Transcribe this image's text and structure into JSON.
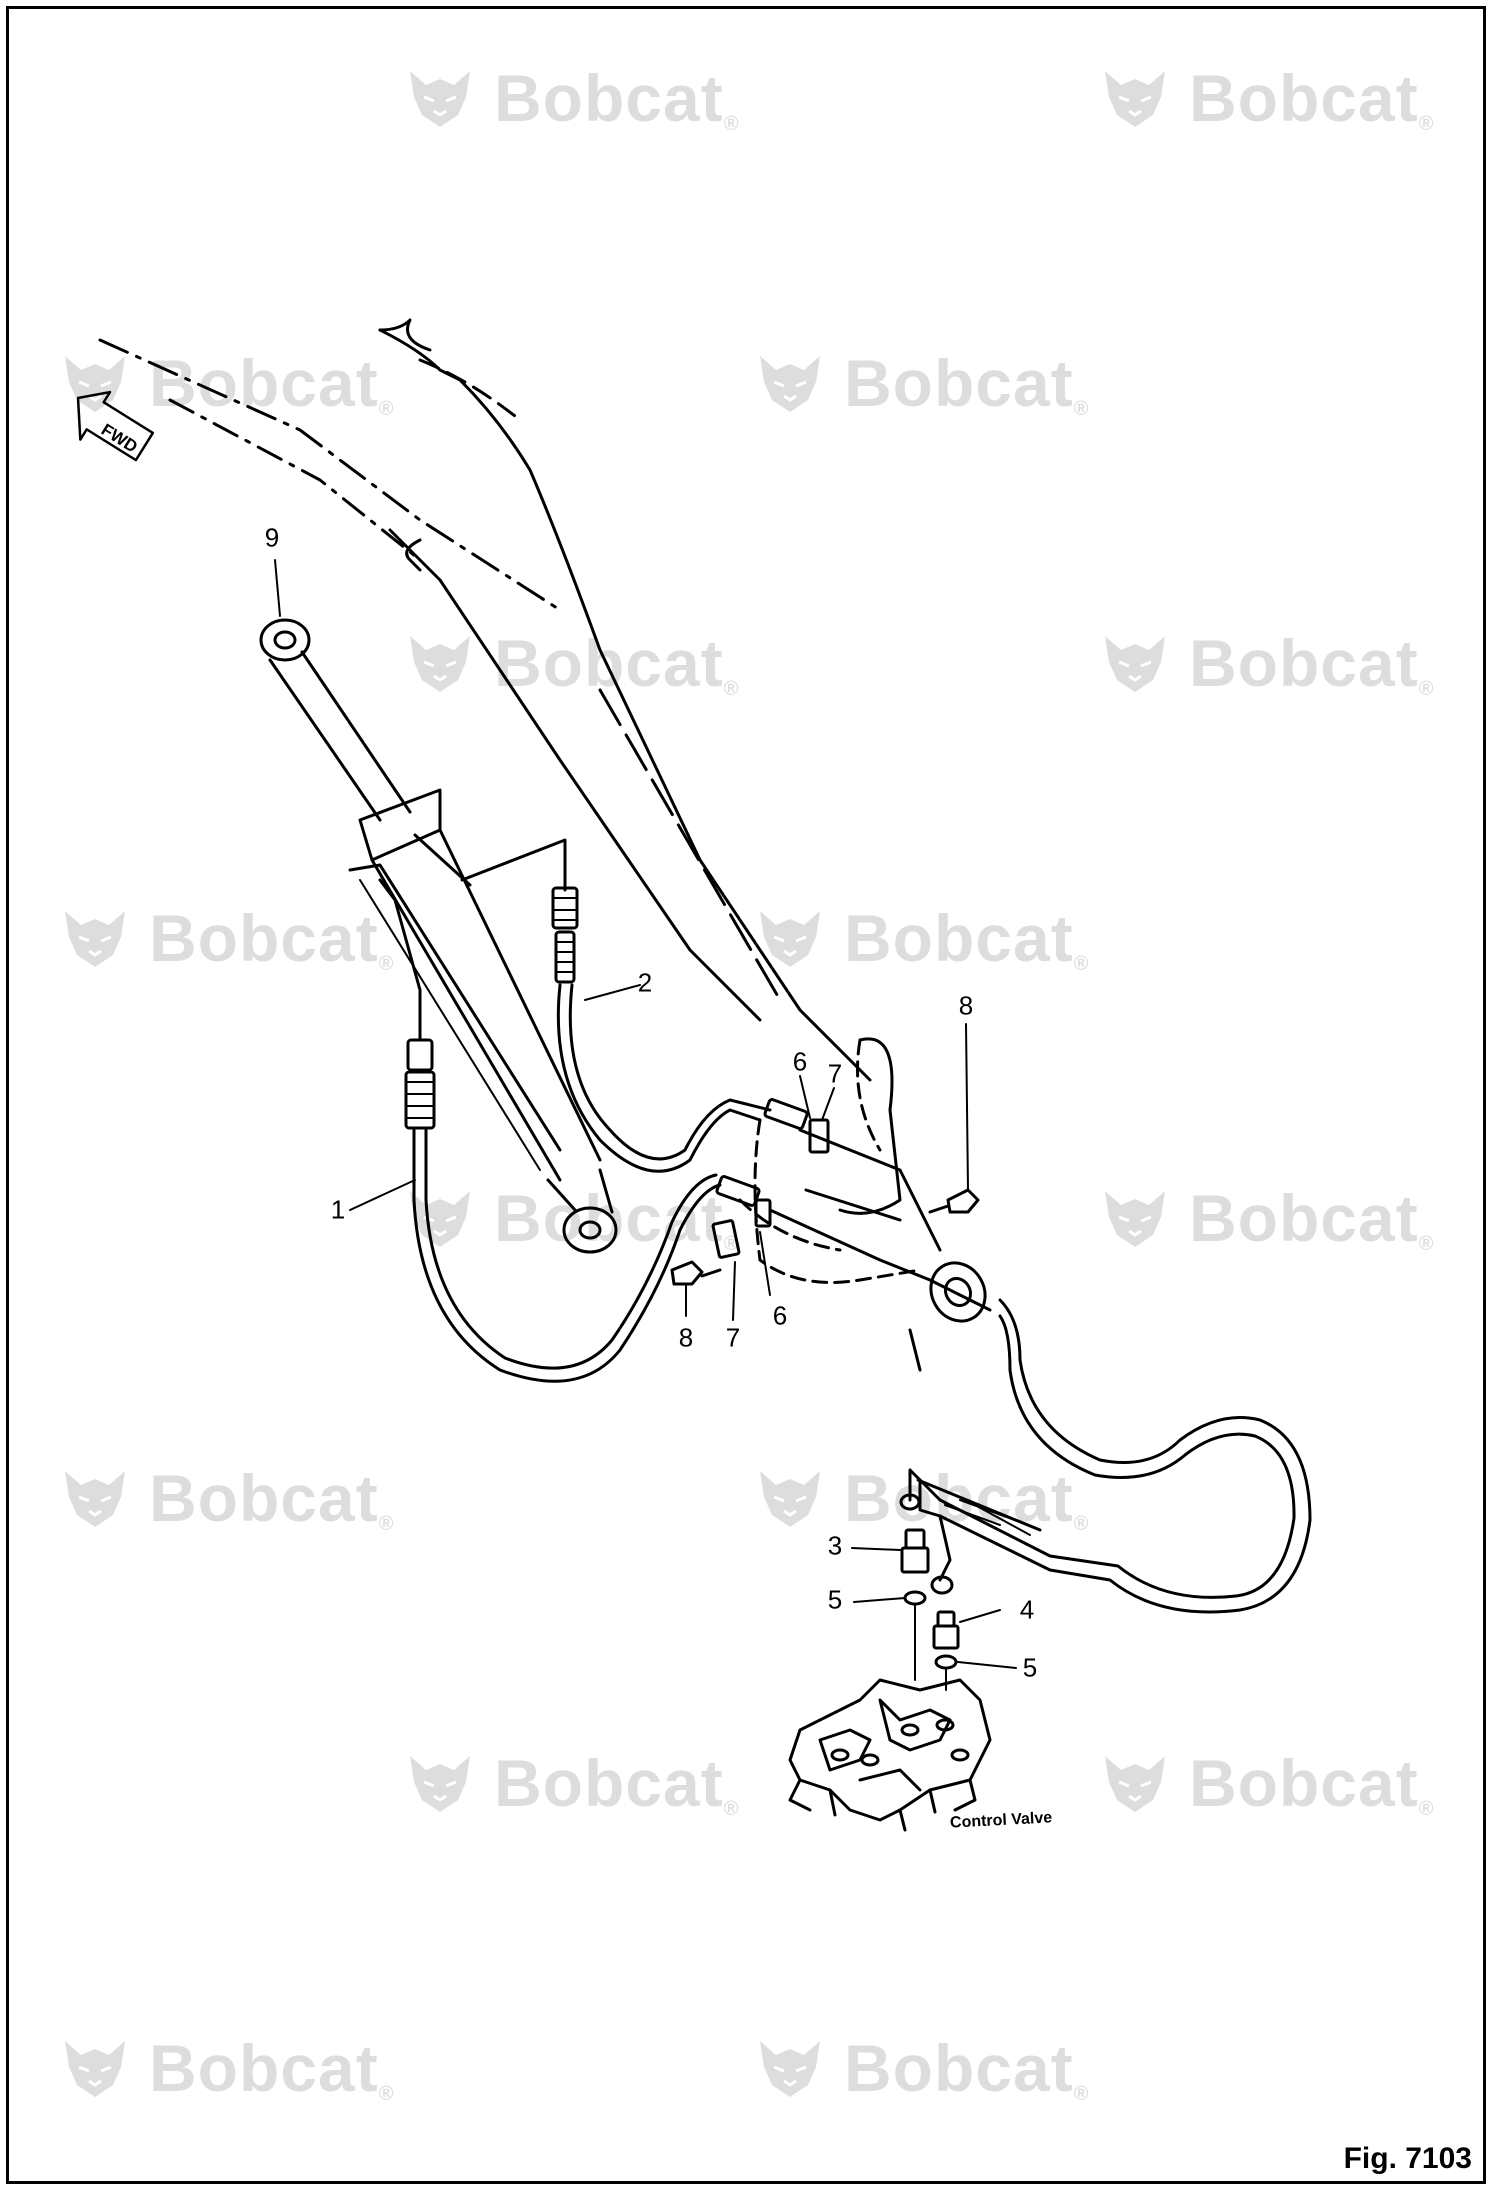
{
  "watermark": {
    "text": "Bobcat",
    "registered": "®"
  },
  "direction_arrow": {
    "label": "FWD"
  },
  "callouts": [
    {
      "number": "1"
    },
    {
      "number": "2"
    },
    {
      "number": "3"
    },
    {
      "number": "4"
    },
    {
      "number": "5"
    },
    {
      "number": "5"
    },
    {
      "number": "6"
    },
    {
      "number": "6"
    },
    {
      "number": "7"
    },
    {
      "number": "7"
    },
    {
      "number": "8"
    },
    {
      "number": "8"
    },
    {
      "number": "9"
    }
  ],
  "control_valve_label": "Control Valve",
  "figure_label": "Fig. 7103"
}
